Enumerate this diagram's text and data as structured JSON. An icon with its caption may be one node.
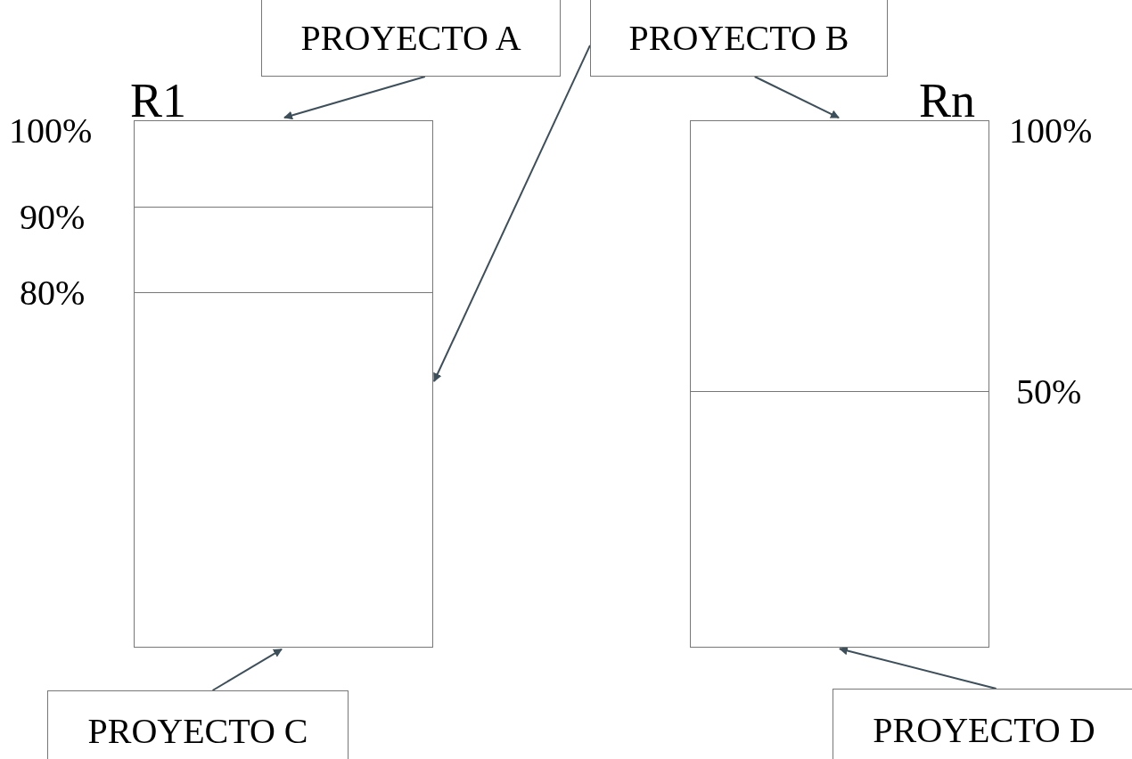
{
  "diagram": {
    "nodes": [
      {
        "text": [
          "PROYECTO A"
        ]
      },
      {
        "text": [
          "PROYECTO B"
        ]
      },
      {
        "text": [
          "R1"
        ]
      },
      {
        "text": [
          "Rn"
        ]
      },
      {
        "text": [
          "PROYECTO C"
        ]
      },
      {
        "text": [
          "PROYECTO D"
        ]
      }
    ],
    "edges": [
      {
        "from": 0,
        "to": 2,
        "arrow": "to"
      },
      {
        "from": 1,
        "to": 2,
        "arrow": "to"
      },
      {
        "from": 1,
        "to": 3,
        "arrow": "to"
      },
      {
        "from": 4,
        "to": 2,
        "arrow": "to"
      },
      {
        "from": 5,
        "to": 3,
        "arrow": "to"
      }
    ],
    "labels": [
      "100%",
      "100%",
      "90%",
      "80%",
      "50%"
    ]
  }
}
